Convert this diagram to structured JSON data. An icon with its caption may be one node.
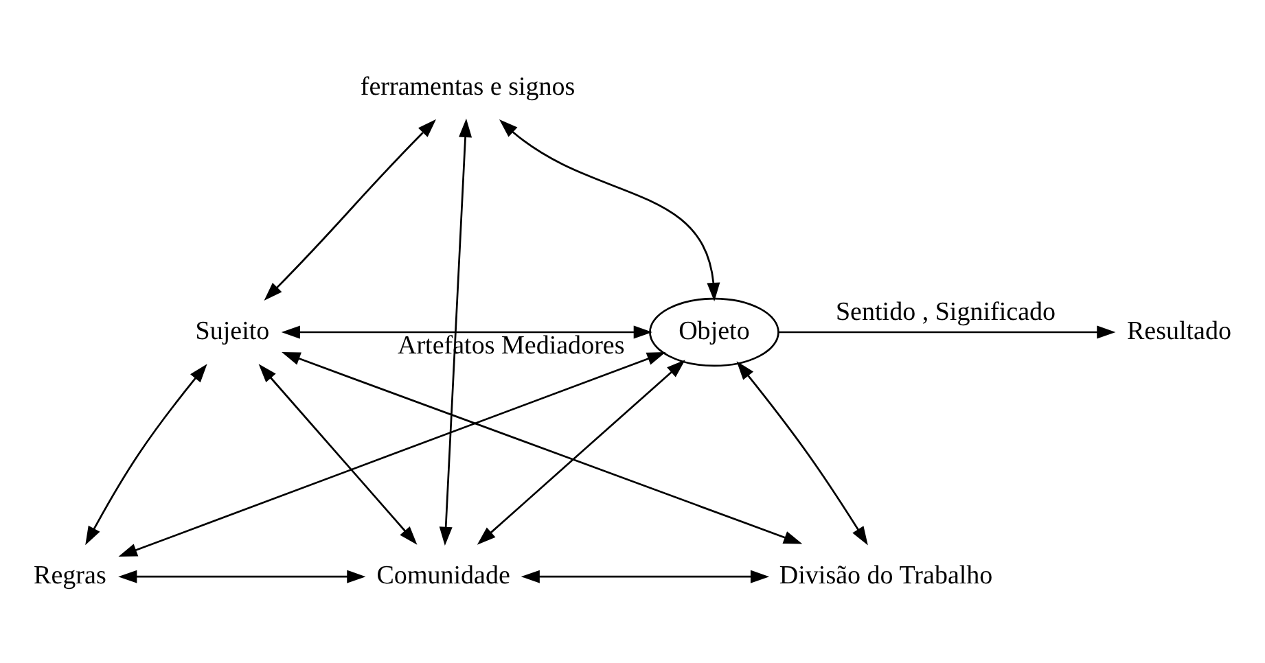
{
  "diagram": {
    "nodes": [
      {
        "text": [
          "ferramentas e signos"
        ]
      },
      {
        "text": [
          "Sujeito"
        ]
      },
      {
        "text": [
          "Objeto"
        ]
      },
      {
        "text": [
          "Resultado"
        ]
      },
      {
        "text": [
          "Regras"
        ]
      },
      {
        "text": [
          "Comunidade"
        ]
      },
      {
        "text": [
          "Divisão do Trabalho"
        ]
      }
    ],
    "edges": [
      {
        "from": 0,
        "to": 1,
        "arrow": "both"
      },
      {
        "from": 0,
        "to": 2,
        "arrow": "both"
      },
      {
        "from": 0,
        "to": 5,
        "arrow": "both",
        "label": "Artefatos Mediadores"
      },
      {
        "from": 1,
        "to": 2,
        "arrow": "both"
      },
      {
        "from": 1,
        "to": 4,
        "arrow": "both"
      },
      {
        "from": 1,
        "to": 5,
        "arrow": "both"
      },
      {
        "from": 1,
        "to": 6,
        "arrow": "both"
      },
      {
        "from": 2,
        "to": 4,
        "arrow": "both"
      },
      {
        "from": 2,
        "to": 5,
        "arrow": "both"
      },
      {
        "from": 2,
        "to": 6,
        "arrow": "both"
      },
      {
        "from": 2,
        "to": 3,
        "arrow": "to",
        "label": "Sentido , Significado"
      },
      {
        "from": 4,
        "to": 5,
        "arrow": "both"
      },
      {
        "from": 5,
        "to": 6,
        "arrow": "both"
      }
    ]
  }
}
